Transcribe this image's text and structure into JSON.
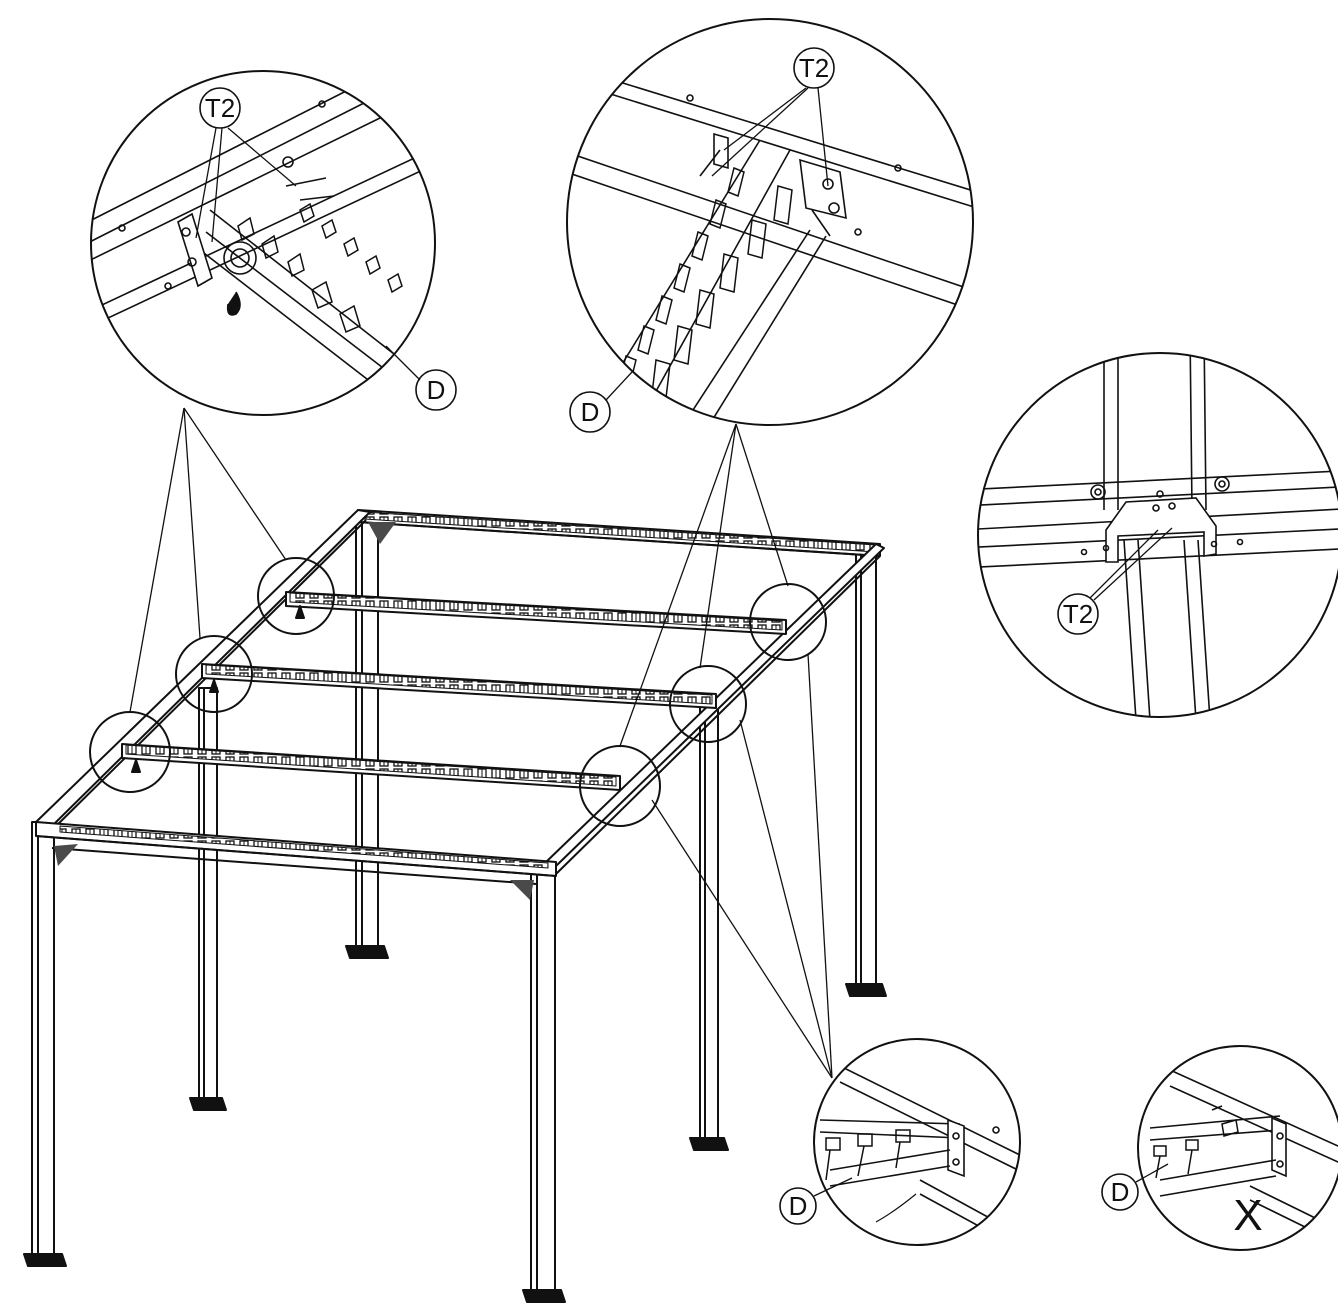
{
  "figure": {
    "labels": {
      "t2": "T2",
      "d": "D",
      "x": "X"
    }
  },
  "colors": {
    "ink": "#111111",
    "paper": "#ffffff",
    "shade": "#4a4a4a"
  }
}
